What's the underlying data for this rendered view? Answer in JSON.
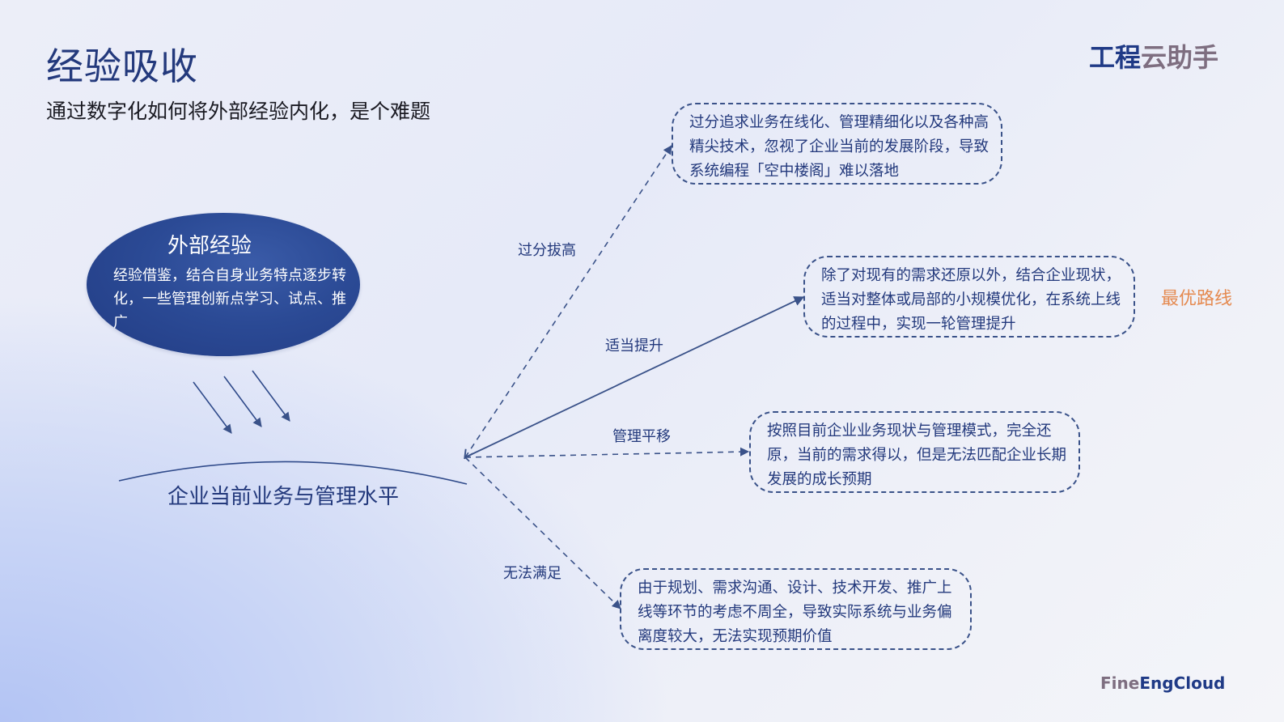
{
  "header": {
    "title": "经验吸收",
    "subtitle": "通过数字化如何将外部经验内化，是个难题"
  },
  "brand": {
    "part1": "工程",
    "part2": "云助手",
    "footer_part1": "Fine",
    "footer_part2": "EngCloud",
    "primary_color": "#1f3a86",
    "secondary_color": "#7e6e80"
  },
  "external_experience": {
    "title": "外部经验",
    "body": "经验借鉴，结合自身业务特点逐步转化，一些管理创新点学习、试点、推广"
  },
  "baseline": {
    "label": "企业当前业务与管理水平"
  },
  "branches": [
    {
      "label": "过分拔高",
      "style": "dashed",
      "description": "过分追求业务在线化、管理精细化以及各种高精尖技术，忽视了企业当前的发展阶段，导致系统编程「空中楼阁」难以落地"
    },
    {
      "label": "适当提升",
      "style": "solid",
      "description": "除了对现有的需求还原以外，结合企业现状，适当对整体或局部的小规模优化，在系统上线的过程中，实现一轮管理提升",
      "tag": "最优路线",
      "tag_color": "#e58a50"
    },
    {
      "label": "管理平移",
      "style": "dashed",
      "description": "按照目前企业业务现状与管理模式，完全还原，当前的需求得以，但是无法匹配企业长期发展的成长预期"
    },
    {
      "label": "无法满足",
      "style": "dashed",
      "description": "由于规划、需求沟通、设计、技术开发、推广上线等环节的考虑不周全，导致实际系统与业务偏离度较大，无法实现预期价值"
    }
  ],
  "colors": {
    "accent": "#23397c",
    "line": "#3a5289",
    "highlight": "#e58a50"
  }
}
